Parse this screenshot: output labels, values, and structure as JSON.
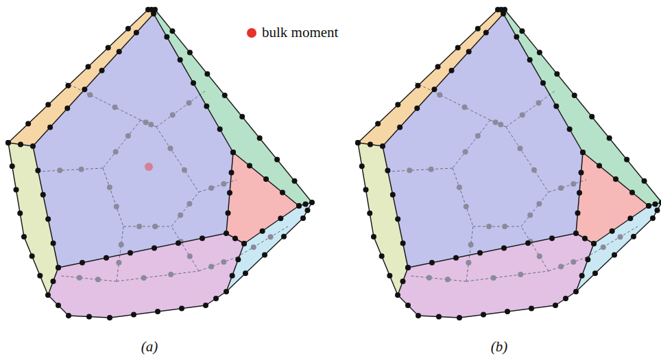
{
  "diagram": {
    "labels": [
      "(a)",
      "(b)"
    ],
    "legend": [
      {
        "text": "bulk moment",
        "color": "#e8302c"
      }
    ]
  }
}
